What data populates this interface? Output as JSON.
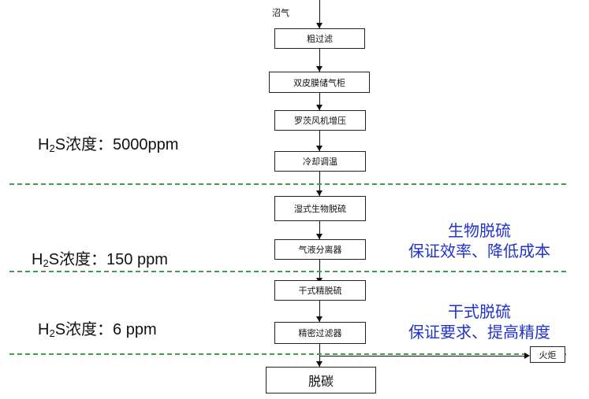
{
  "source_label": "沼气",
  "steps": [
    "粗过滤",
    "双皮膜储气柜",
    "罗茨风机增压",
    "冷却调温",
    "湿式生物脱硫",
    "气液分离器",
    "干式精脱硫",
    "精密过滤器"
  ],
  "final_step": "脱碳",
  "flare_label": "火炬",
  "concentrations": [
    {
      "prefix": "H",
      "sub": "2",
      "text": "S浓度：5000ppm"
    },
    {
      "prefix": "H",
      "sub": "2",
      "text": "S浓度：150 ppm"
    },
    {
      "prefix": "H",
      "sub": "2",
      "text": "S浓度：6 ppm"
    }
  ],
  "notes": {
    "bio": {
      "line1": "生物脱硫",
      "line2": "保证效率、降低成本"
    },
    "dry": {
      "line1": "干式脱硫",
      "line2": "保证要求、提高精度"
    }
  },
  "colors": {
    "divider": "#3aa04a",
    "note_text": "#2233cc"
  }
}
